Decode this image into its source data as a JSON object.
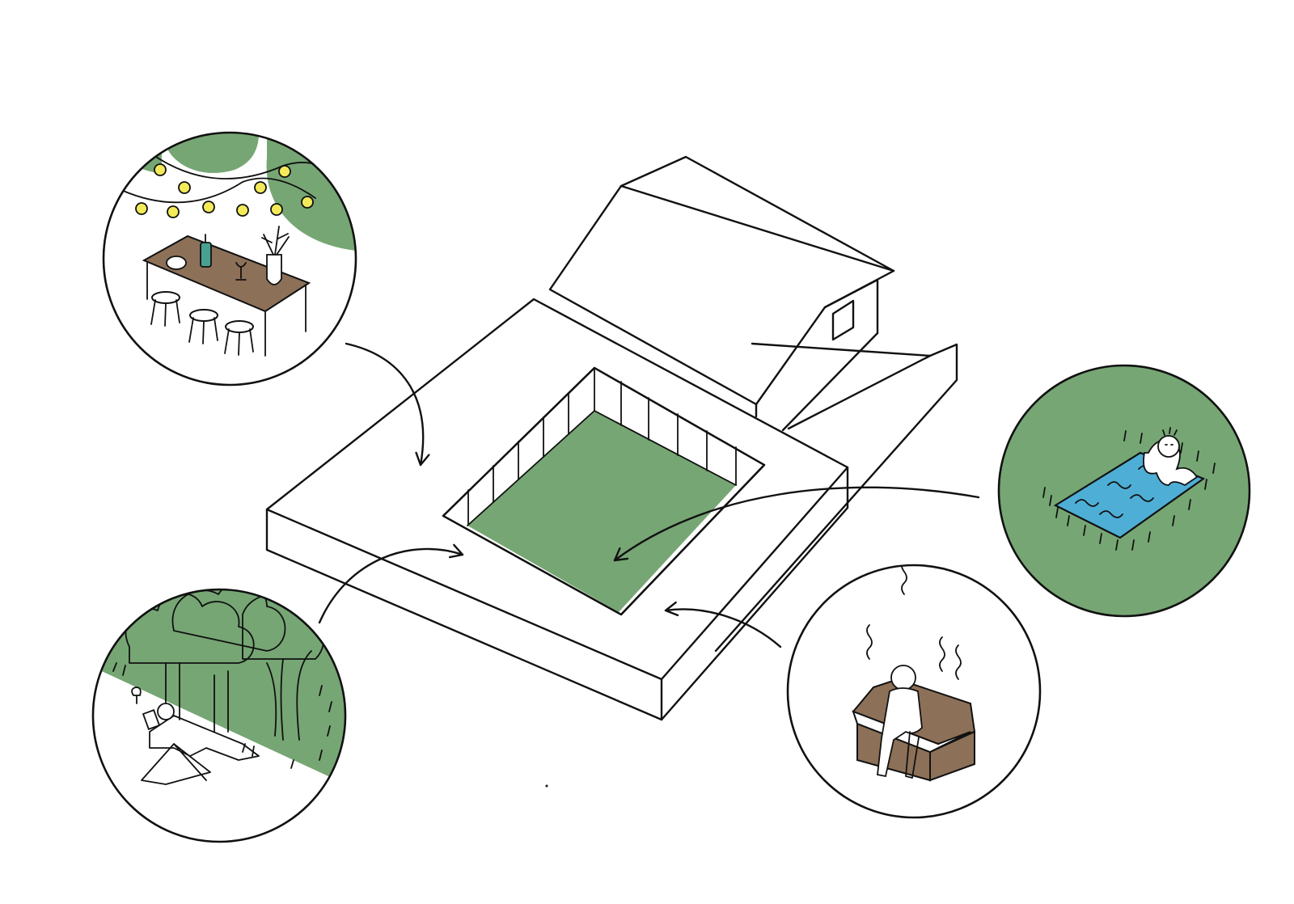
{
  "diagram": {
    "title": "",
    "colors": {
      "garden_green": "#76a674",
      "wood_brown": "#8c7058",
      "pool_blue": "#4eaed6",
      "lamp_yellow": "#f3ea5a",
      "line": "#111111",
      "background": "#ffffff"
    },
    "central_element": {
      "depicts": "house-with-pitched-roof",
      "courtyard": "green-lawn-courtyard"
    },
    "vignettes": [
      {
        "id": "dining",
        "depicts": "bar-table-with-stools-and-string-lights",
        "fill": "white-with-green-foliage",
        "arrow_to": "courtyard"
      },
      {
        "id": "reading",
        "depicts": "person-reading-in-lounge-chair-under-trees",
        "fill": "green-trees",
        "arrow_to": "courtyard"
      },
      {
        "id": "pool",
        "depicts": "person-in-pool-on-grass",
        "fill": "green",
        "arrow_to": "courtyard"
      },
      {
        "id": "sauna",
        "depicts": "person-sitting-in-sauna",
        "fill": "white",
        "arrow_to": "courtyard"
      }
    ]
  }
}
